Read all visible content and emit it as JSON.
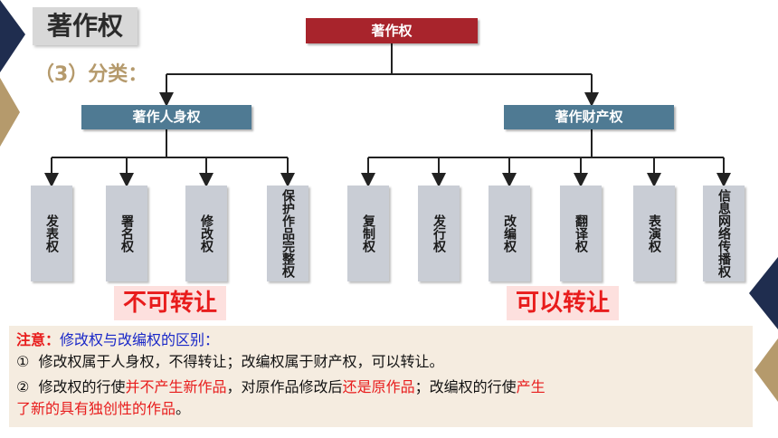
{
  "header": {
    "title": "著作权",
    "subtitle": "（3）分类："
  },
  "tree": {
    "root": "著作权",
    "personal": {
      "label": "著作人身权",
      "items": [
        "发表权",
        "署名权",
        "修改权",
        "保护作品完整权"
      ]
    },
    "property": {
      "label": "著作财产权",
      "items": [
        "复制权",
        "发行权",
        "改编权",
        "翻译权",
        "表演权",
        "信息网络传播权"
      ]
    }
  },
  "transfer": {
    "personal": "不可转让",
    "property": "可以转让"
  },
  "note": {
    "heading_prefix": "注意：",
    "heading_rest": "修改权与改编权的区别：",
    "line1_num": "①",
    "line1_text": "修改权属于人身权，不得转让；改编权属于财产权，可以转让。",
    "line2_num": "②",
    "line2_a": "修改权的行使",
    "line2_b": "并不产生新作品",
    "line2_c": "，对原作品修改后",
    "line2_d": "还是原作品",
    "line2_e": "；改编权的行使",
    "line2_f": "产生",
    "line3": "了新的具有独创性的作品",
    "line3_end": "。"
  },
  "colors": {
    "root_box": "#a8242c",
    "branch_box": "#4f7a93",
    "leaf_box": "#c9cdd5",
    "accent_red": "#e81c1c",
    "navy": "#1f2d4f",
    "gold": "#b59a6c"
  }
}
